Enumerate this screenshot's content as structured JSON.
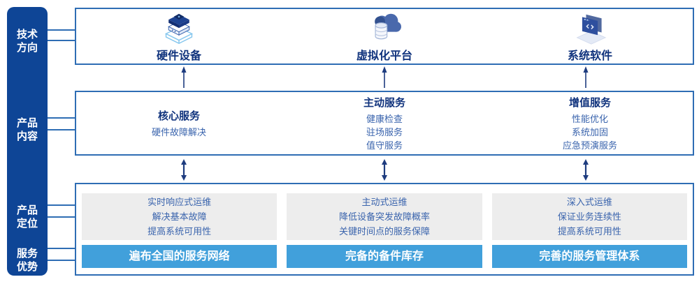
{
  "colors": {
    "sidebar_bg": "#0E4596",
    "box_border": "#2E6DB4",
    "connector": "#2E6DB4",
    "title_navy": "#10337D",
    "body_blue": "#3A64AD",
    "banner_blue": "#41A0DB",
    "panel_gray": "#EDEDED",
    "arrow_navy": "#1E3C7F"
  },
  "sidebar": {
    "items": [
      {
        "line1": "技术",
        "line2": "方向"
      },
      {
        "line1": "产品",
        "line2": "内容"
      },
      {
        "line1": "产品",
        "line2": "定位"
      },
      {
        "line1": "服务",
        "line2": "优势"
      }
    ]
  },
  "tech_row": {
    "items": [
      {
        "icon": "server-stack-icon",
        "label": "硬件设备"
      },
      {
        "icon": "cloud-database-icon",
        "label": "虚拟化平台"
      },
      {
        "icon": "code-window-icon",
        "label": "系统软件"
      }
    ]
  },
  "content_row": {
    "columns": [
      {
        "title": "核心服务",
        "items": [
          "硬件故障解决"
        ]
      },
      {
        "title": "主动服务",
        "items": [
          "健康检查",
          "驻场服务",
          "值守服务"
        ]
      },
      {
        "title": "增值服务",
        "items": [
          "性能优化",
          "系统加固",
          "应急预演服务"
        ]
      }
    ]
  },
  "bottom_row": {
    "columns": [
      {
        "lines": [
          "实时响应式运维",
          "解决基本故障",
          "提高系统可用性"
        ],
        "banner": "遍布全国的服务网络"
      },
      {
        "lines": [
          "主动式运维",
          "降低设备突发故障概率",
          "关键时间点的服务保障"
        ],
        "banner": "完备的备件库存"
      },
      {
        "lines": [
          "深入式运维",
          "保证业务连续性",
          "提高系统可用性"
        ],
        "banner": "完善的服务管理体系"
      }
    ]
  }
}
